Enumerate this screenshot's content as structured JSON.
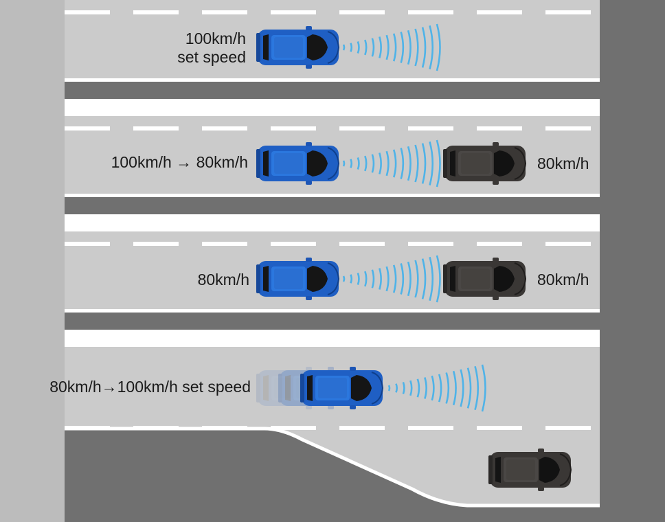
{
  "colors": {
    "road": "#cbcbcb",
    "side": "#bdbdbd",
    "shoulder": "#6f6f6f",
    "lane_line": "#ffffff",
    "radar": "#4fb3e8",
    "own_car": "#1e63c9",
    "other_car": "#3d3a38"
  },
  "scenes": [
    {
      "id": "set-speed",
      "own_label_lines": [
        "100km/h",
        "set speed"
      ],
      "lead_label": "",
      "has_lead_car": false
    },
    {
      "id": "decelerate",
      "own_label_lines": [
        "100km/h → 80km/h"
      ],
      "lead_label": "80km/h",
      "has_lead_car": true
    },
    {
      "id": "follow",
      "own_label_lines": [
        "80km/h"
      ],
      "lead_label": "80km/h",
      "has_lead_car": true
    },
    {
      "id": "accelerate",
      "own_label_lines": [
        "80km/h→100km/h set speed"
      ],
      "lead_label": "",
      "has_lead_car": true,
      "lead_car_changed_lane": true
    }
  ]
}
